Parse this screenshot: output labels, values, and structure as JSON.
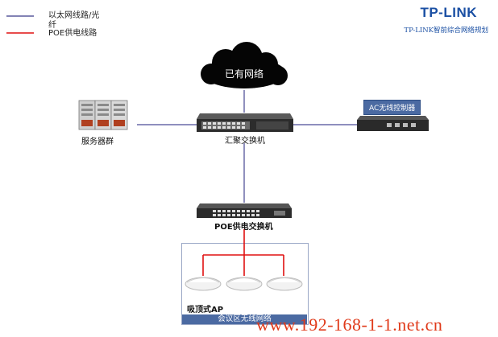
{
  "legend": {
    "ethernet_label": "以太网线路/光纤",
    "poe_label": "POE供电线路",
    "ethernet_color": "#5a5a9c",
    "poe_color": "#e01010"
  },
  "brand": {
    "logo_text": "TP-LINK",
    "subtitle": "TP-LINK智前综合网络规划",
    "color": "#1a4fa3"
  },
  "nodes": {
    "internet": "已有网络",
    "servers": "服务器群",
    "core_switch": "汇聚交换机",
    "ac": "AC无线控制器",
    "poe_switch": "POE供电交换机",
    "ap": "吸顶式AP",
    "room": "会议区无线网络"
  },
  "watermark": "www.192-168-1-1.net.cn"
}
